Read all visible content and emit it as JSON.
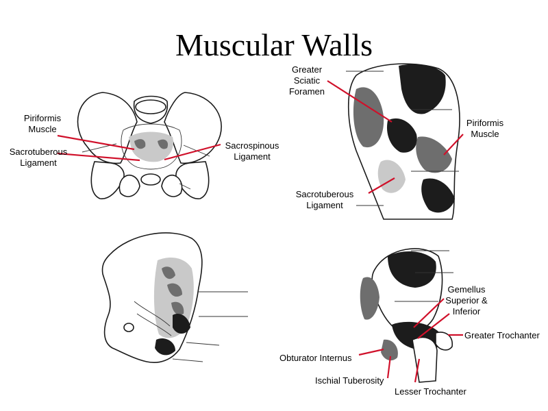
{
  "title": "Muscular Walls",
  "colors": {
    "leader": "#d0102a",
    "background": "#ffffff"
  },
  "panels": {
    "top_left": {
      "labels": {
        "piriformis": [
          "Piriformis",
          "Muscle"
        ],
        "sacrotuberous": [
          "Sacrotuberous",
          "Ligament"
        ],
        "sacrospinous": [
          "Sacrospinous",
          "Ligament"
        ]
      }
    },
    "top_right": {
      "labels": {
        "greater_sciatic": [
          "Greater",
          "Sciatic",
          "Foramen"
        ],
        "piriformis": [
          "Piriformis",
          "Muscle"
        ],
        "sacrotuberous": [
          "Sacrotuberous",
          "Ligament"
        ]
      }
    },
    "bottom_right": {
      "labels": {
        "gemellus": [
          "Gemellus",
          "Superior &",
          "Inferior"
        ],
        "greater_trochanter": "Greater Trochanter",
        "obturator_internus": "Obturator Internus",
        "ischial_tuberosity": "Ischial Tuberosity",
        "lesser_trochanter": "Lesser Trochanter"
      }
    }
  }
}
